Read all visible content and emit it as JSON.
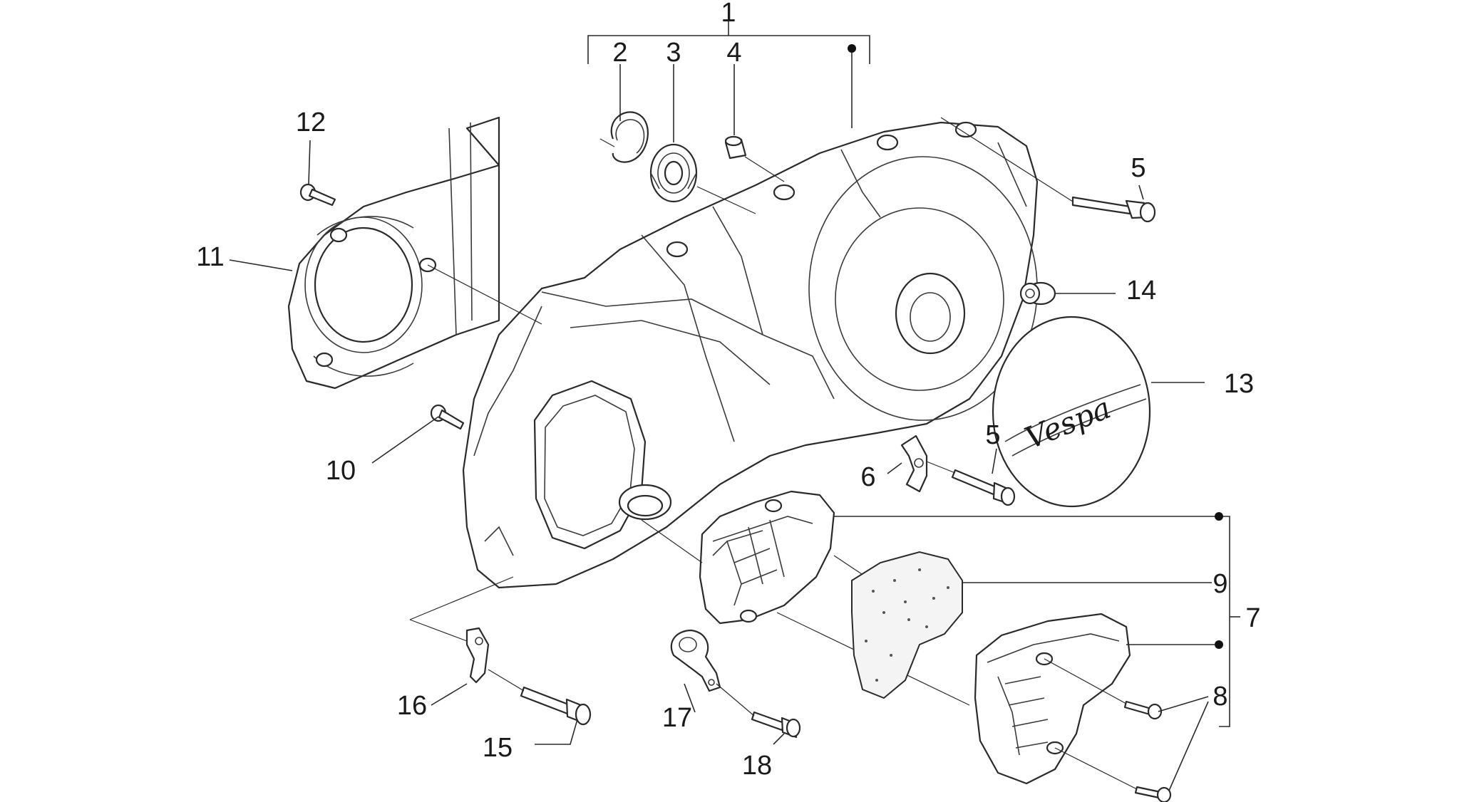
{
  "labels": {
    "l1": "1",
    "l2": "2",
    "l3": "3",
    "l4": "4",
    "l5a": "5",
    "l5b": "5",
    "l6": "6",
    "l7": "7",
    "l8": "8",
    "l9": "9",
    "l10": "10",
    "l11": "11",
    "l12": "12",
    "l13": "13",
    "l14": "14",
    "l15": "15",
    "l16": "16",
    "l17": "17",
    "l18": "18"
  },
  "colors": {
    "line": "#2a2a2a",
    "background": "#ffffff"
  },
  "logo_text": "Vespa"
}
